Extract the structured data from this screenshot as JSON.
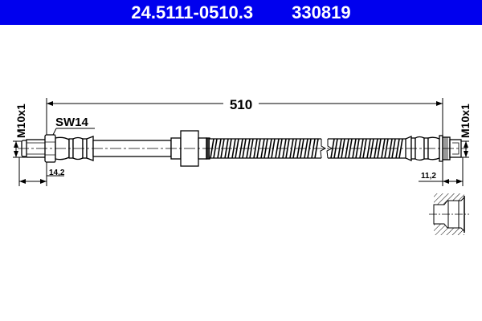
{
  "header": {
    "part_number": "24.5111-0510.3",
    "ref_number": "330819",
    "background_color": "#0000ee",
    "text_color": "#ffffff"
  },
  "drawing": {
    "overall_length": "510",
    "left_thread": "M10x1",
    "right_thread": "M10x1",
    "wrench_size": "SW14",
    "left_dimension": "14,2",
    "right_dimension": "11,2"
  }
}
